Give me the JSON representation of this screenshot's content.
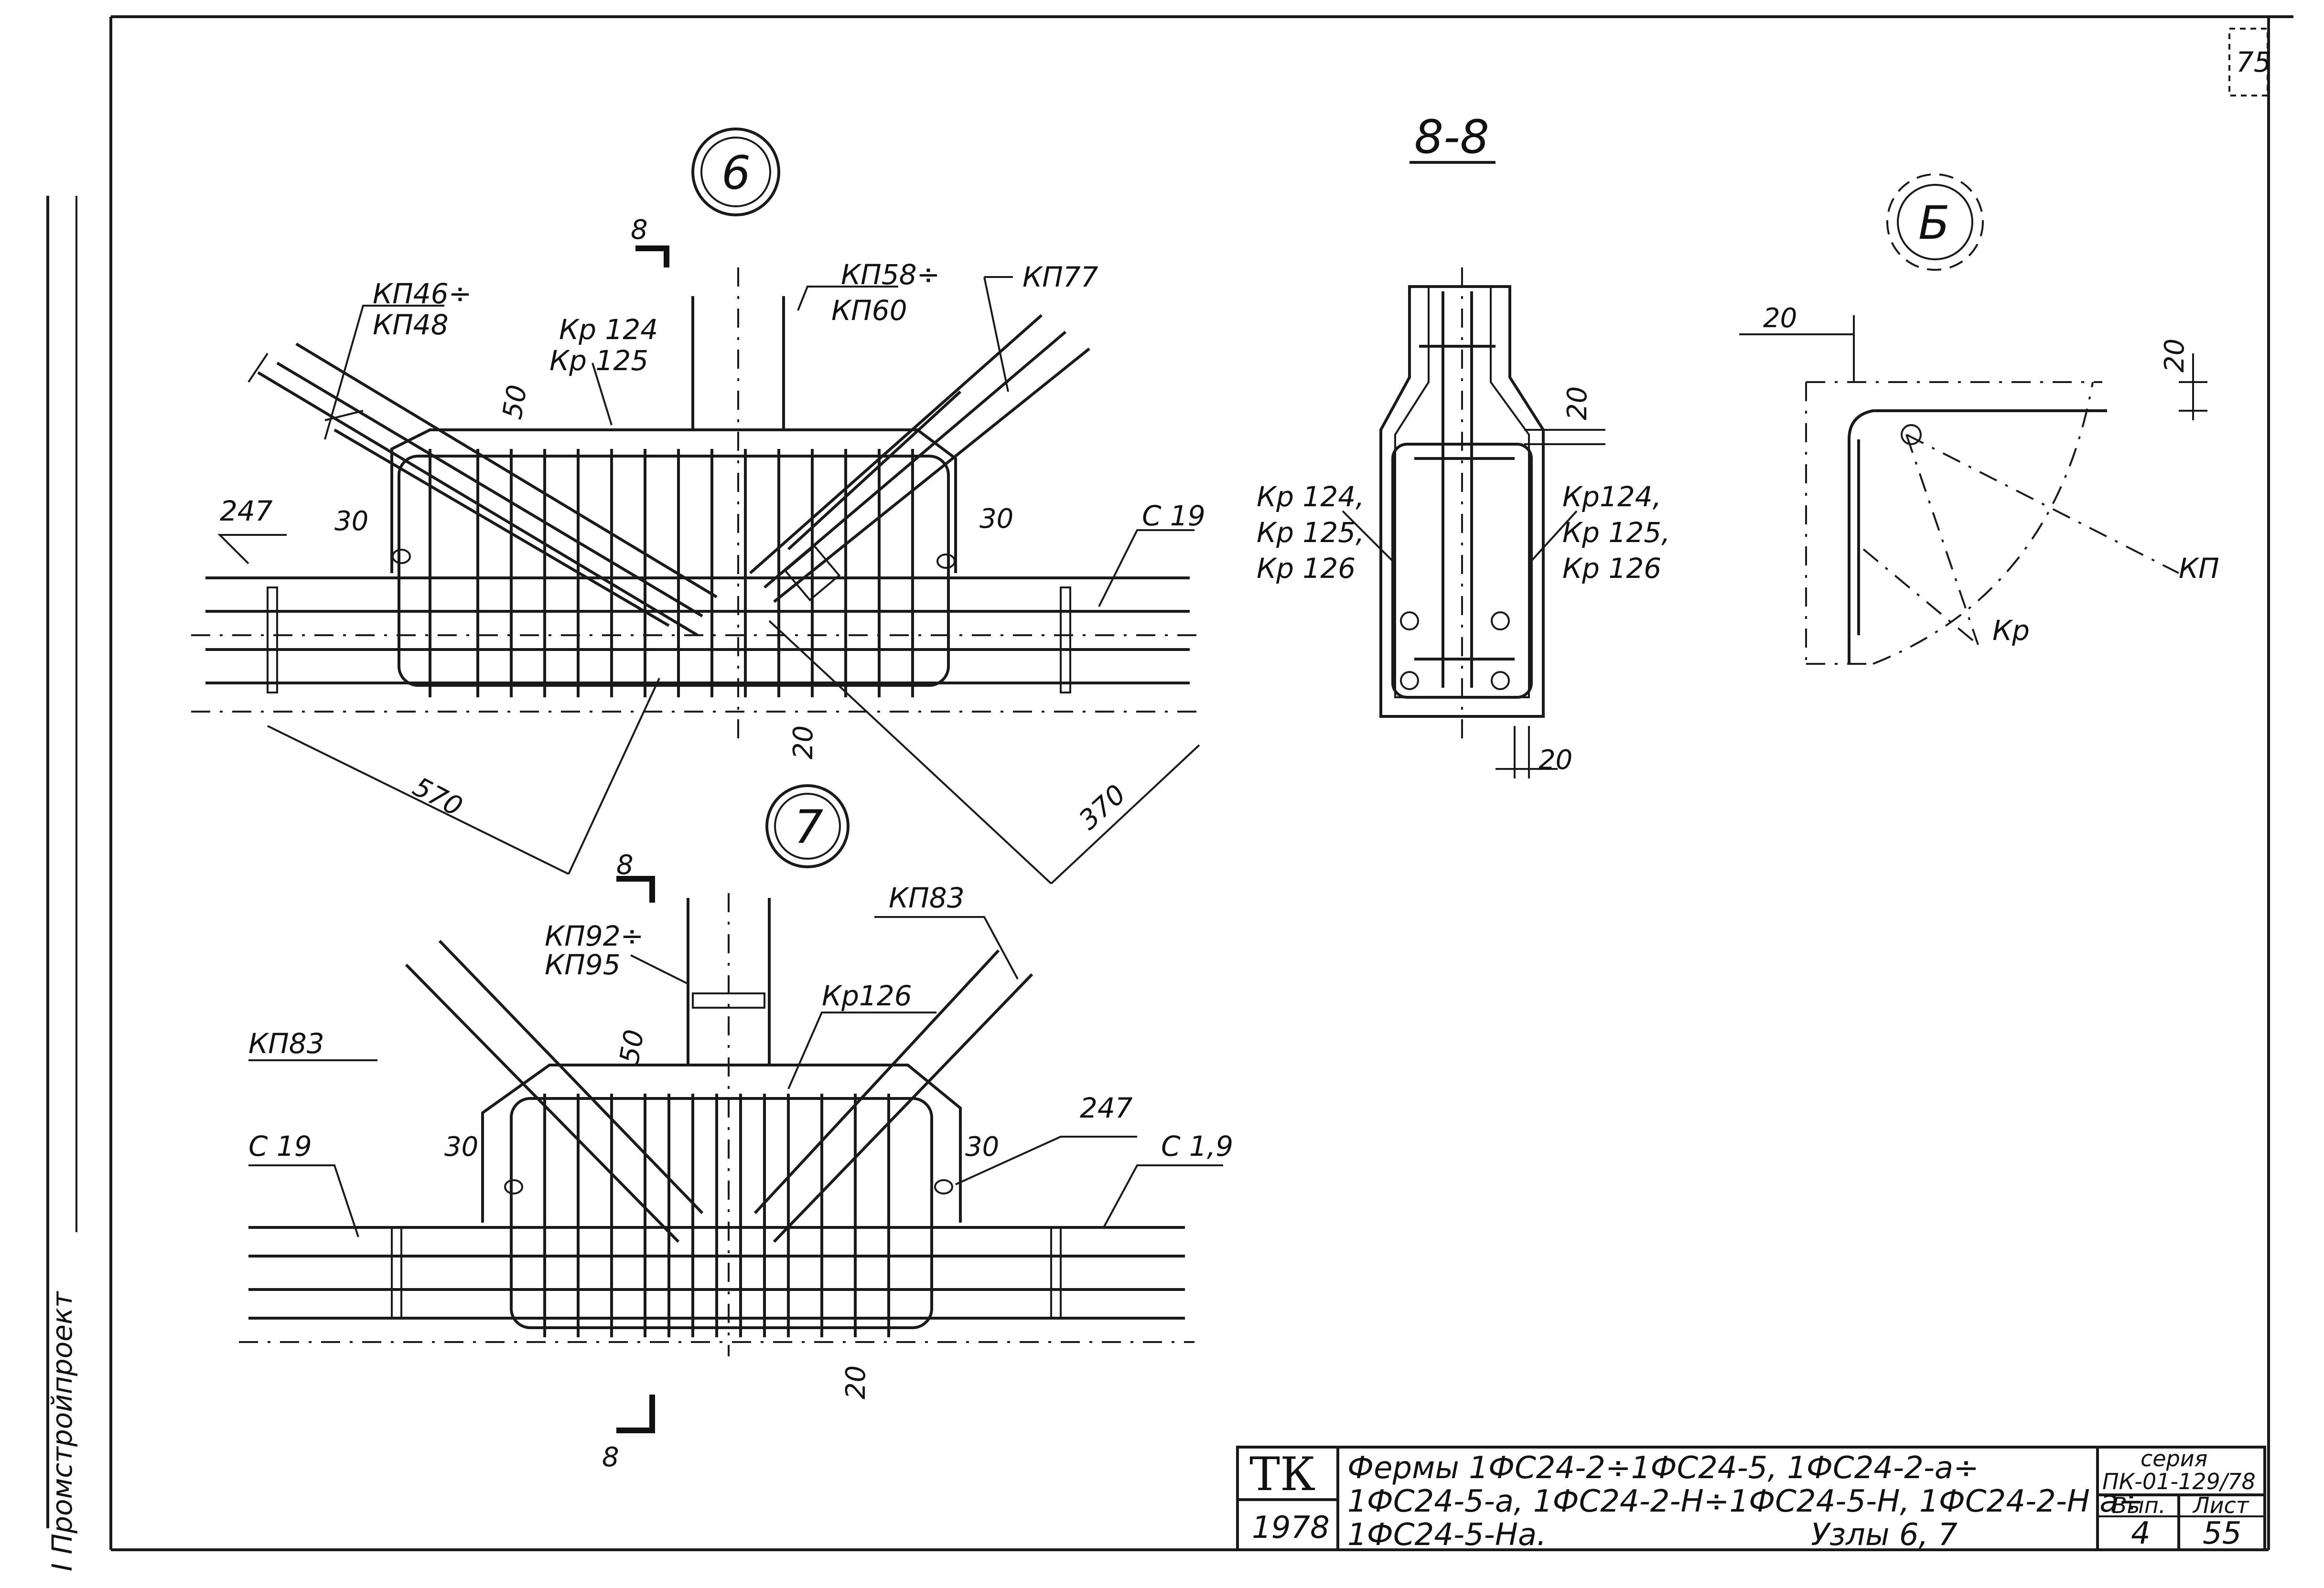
{
  "sheet": {
    "page_number": "75",
    "side_stamp": "I Промстройпроект"
  },
  "node6": {
    "circle_label": "6",
    "section_mark": "8",
    "labels": {
      "kp124_kp125_top": "Кр 124",
      "kp125_top": "Кр 125",
      "kp46_48_a": "КП46÷",
      "kp46_48_b": "КП48",
      "kp58_60_a": "КП58÷",
      "kp60": "КП60",
      "kp77": "КП77",
      "d247": "247",
      "c19": "С 19"
    },
    "dims": {
      "d50": "50",
      "d30_left": "30",
      "d30_right": "30",
      "d20": "20",
      "d570": "570",
      "d370": "370"
    }
  },
  "node7": {
    "circle_label": "7",
    "section_mark_top": "8",
    "section_mark_bottom": "8",
    "labels": {
      "kp92_95_a": "КП92÷",
      "kp95": "КП95",
      "kp83_top": "КП83",
      "kp83_left": "КП83",
      "kp126": "Кр126",
      "d247": "247",
      "c19_left": "С 19",
      "c19_right": "С 1,9"
    },
    "dims": {
      "d50": "50",
      "d30_left": "30",
      "d30_right": "30",
      "d20": "20"
    }
  },
  "section88": {
    "title": "8-8",
    "left_labels": [
      "Кр 124,",
      "Кр 125,",
      "Кр 126"
    ],
    "right_labels": [
      "Кр124,",
      "Кр 125,",
      "Кр 126"
    ],
    "dims": {
      "d20_top": "20",
      "d20_bottom": "20"
    }
  },
  "nodeB": {
    "circle_label": "Б",
    "dims": {
      "d20_left": "20",
      "d20_top": "20"
    },
    "labels": {
      "kp": "КП",
      "kr": "Кр"
    }
  },
  "title_block": {
    "org": "ТК",
    "year": "1978",
    "description_lines": [
      "Фермы 1ФС24-2÷1ФС24-5, 1ФС24-2-а÷",
      "1ФС24-5-а, 1ФС24-2-Н÷1ФС24-5-Н, 1ФС24-2-Н а÷",
      "1ФС24-5-На."
    ],
    "subject": "Узлы 6, 7",
    "series_label": "серия",
    "series_value": "ПК-01-129/78",
    "issue_label": "Вып.",
    "sheet_label": "Лист",
    "issue_value": "4",
    "sheet_value": "55"
  }
}
